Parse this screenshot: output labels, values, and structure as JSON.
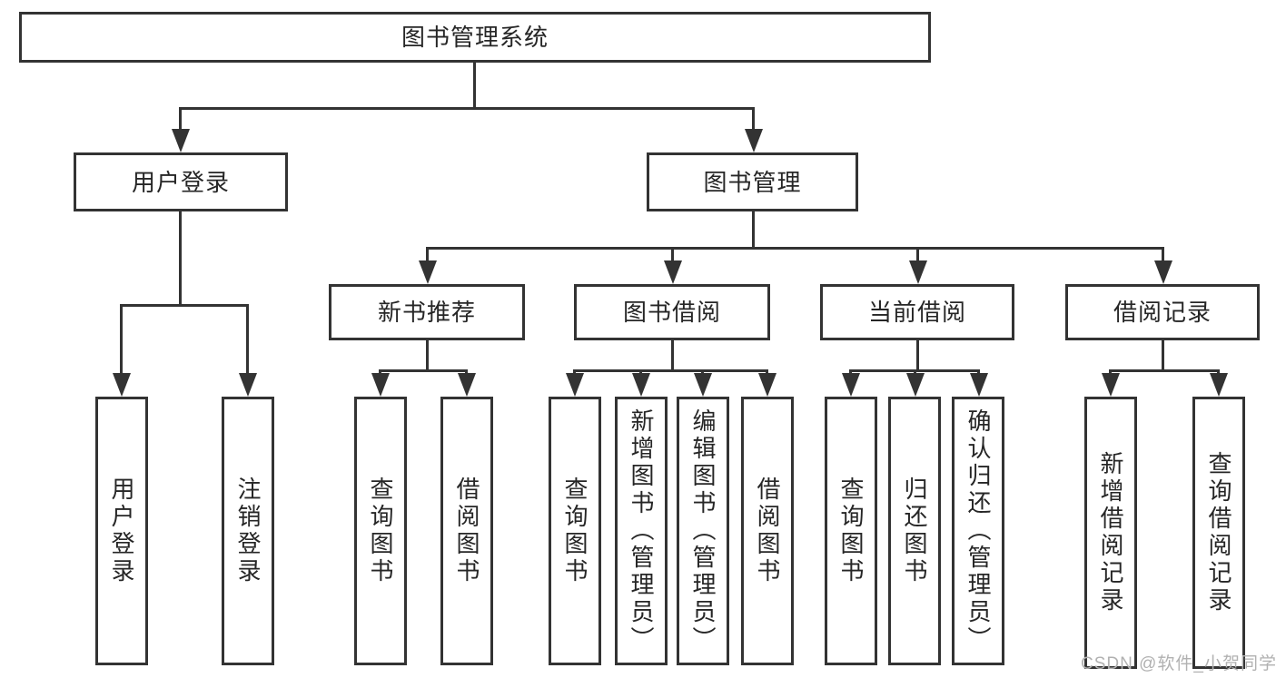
{
  "nodes": {
    "root": "图书管理系统",
    "level2": [
      "用户登录",
      "图书管理"
    ],
    "level3": [
      "新书推荐",
      "图书借阅",
      "当前借阅",
      "借阅记录"
    ],
    "leaves": {
      "user_login": [
        "用户登录",
        "注销登录"
      ],
      "new_books": [
        "查询图书",
        "借阅图书"
      ],
      "book_borrow": [
        "查询图书",
        "新增图书（管理员）",
        "编辑图书（管理员）",
        "借阅图书"
      ],
      "current_borrow": [
        "查询图书",
        "归还图书",
        "确认归还（管理员）"
      ],
      "borrow_records": [
        "新增借阅记录",
        "查询借阅记录"
      ]
    }
  },
  "watermark": "CSDN @软件_小贺同学",
  "colors": {
    "line": "#333333",
    "text": "#262626",
    "watermark": "#b1b1b1",
    "background": "#ffffff"
  }
}
